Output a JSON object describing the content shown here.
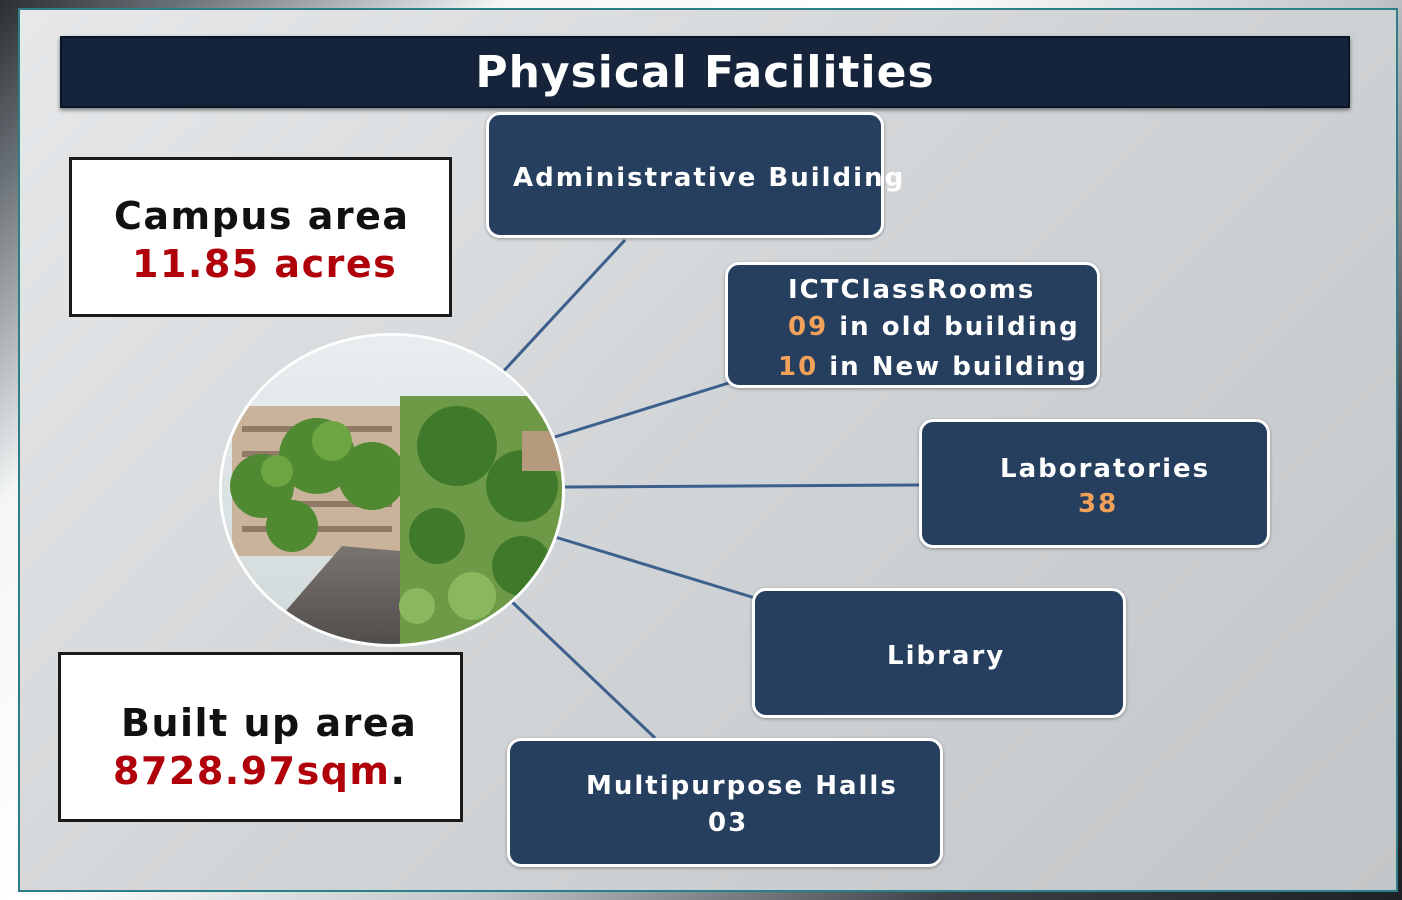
{
  "title": "Physical Facilities",
  "campus_area": {
    "label": "Campus area",
    "value": "11.85 acres"
  },
  "built_up_area": {
    "label": "Built up area",
    "value": "8728.97sqm",
    "suffix": "."
  },
  "photo": {
    "icon": "campus-photo"
  },
  "facilities": {
    "administrative": {
      "label": "Administrative Building"
    },
    "ict": {
      "label": "ICTClassRooms",
      "old_count": "09",
      "old_text": "in old building",
      "new_count": "10",
      "new_text": "in New building"
    },
    "laboratories": {
      "label": "Laboratories",
      "count": "38"
    },
    "library": {
      "label": "Library"
    },
    "multipurpose": {
      "label": "Multipurpose Halls",
      "count": "03"
    }
  },
  "colors": {
    "node_fill": "#263f5f",
    "title_bar": "#15243a",
    "accent_number": "#f2a15a",
    "area_value": "#b0000a",
    "connector": "#3c5f8c"
  }
}
